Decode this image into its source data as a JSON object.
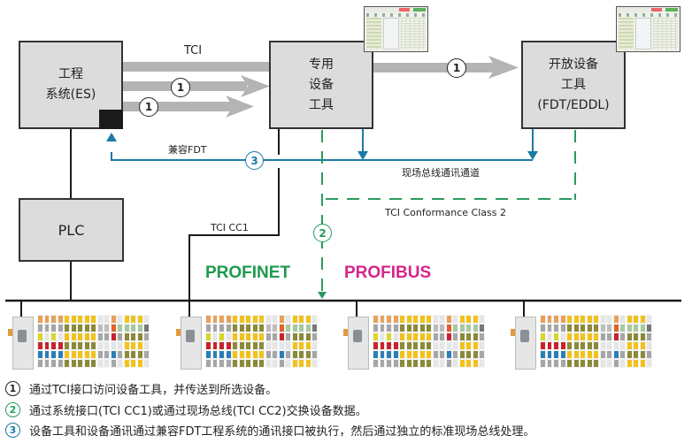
{
  "colors": {
    "box_fill": "#dcdcdc",
    "arrow_gray": "#b4b4b4",
    "blue": "#1b7aa6",
    "green": "#2a9a5e",
    "profinet": "#1e9a4e",
    "profibus": "#d6258c",
    "black": "#1a1a1a"
  },
  "boxes": {
    "es": {
      "line1": "工程",
      "line2": "系统(ES)"
    },
    "dedicated": {
      "line1": "专用",
      "line2": "设备",
      "line3": "工具"
    },
    "open": {
      "line1": "开放设备",
      "line2": "工具",
      "line3": "(FDT/EDDL)"
    },
    "plc": {
      "label": "PLC"
    }
  },
  "labels": {
    "tci": "TCI",
    "fdt_compat": "兼容FDT",
    "fieldbus_channel": "现场总线通讯通道",
    "tci_cc2": "TCI Conformance Class 2",
    "tci_cc1": "TCI CC1",
    "profinet": "PROFINET",
    "profibus": "PROFIBUS"
  },
  "markers": {
    "one": "1",
    "two": "2",
    "three": "3"
  },
  "devices": [
    {
      "name": "io-station-1"
    },
    {
      "name": "io-station-2"
    },
    {
      "name": "io-station-3"
    },
    {
      "name": "io-station-4"
    }
  ],
  "legend": [
    {
      "num": "1",
      "text": "通过TCI接口访问设备工具，并传送到所选设备。",
      "color": "#222222"
    },
    {
      "num": "2",
      "text": "通过系统接口(TCI CC1)或通过现场总线(TCI CC2)交换设备数据。",
      "color": "#2a9a5e"
    },
    {
      "num": "3",
      "text": "设备工具和设备通讯通过兼容FDT工程系统的通讯接口被执行，然后通过独立的标准现场总线处理。",
      "color": "#1b7aa6"
    }
  ]
}
